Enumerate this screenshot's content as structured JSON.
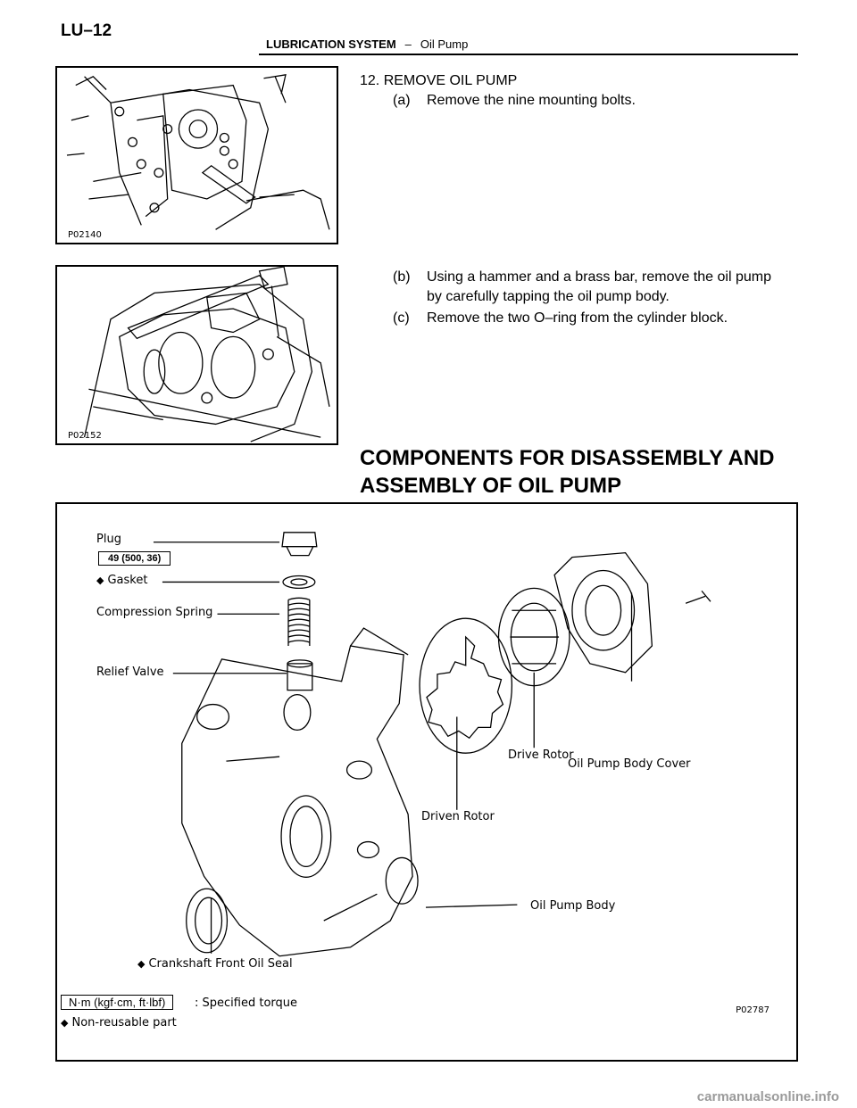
{
  "header": {
    "page_number": "LU–12",
    "system": "LUBRICATION SYSTEM",
    "separator": "–",
    "section": "Oil Pump"
  },
  "steps": {
    "step12_heading": "12. REMOVE OIL PUMP",
    "a_label": "(a)",
    "a_text": "Remove the nine mounting bolts.",
    "b_label": "(b)",
    "b_text_line1": "Using a hammer and a brass bar, remove the oil pump",
    "b_text_line2": "by carefully tapping the oil pump body.",
    "c_label": "(c)",
    "c_text": "Remove the two O–ring from the cylinder block."
  },
  "figures": {
    "fig1_code": "P02140",
    "fig2_code": "P02152",
    "fig3_code": "P02787"
  },
  "section_heading": {
    "line1": "COMPONENTS FOR DISASSEMBLY AND",
    "line2": "ASSEMBLY OF OIL PUMP"
  },
  "diagram": {
    "plug": "Plug",
    "torque_value": "49 (500, 36)",
    "gasket": "Gasket",
    "compression_spring": "Compression Spring",
    "relief_valve": "Relief Valve",
    "oil_pump_body_cover": "Oil Pump Body Cover",
    "drive_rotor": "Drive Rotor",
    "driven_rotor": "Driven Rotor",
    "oil_pump_body": "Oil Pump Body",
    "crankshaft_front_oil_seal": "Crankshaft Front Oil Seal",
    "legend_torque_unit": "N·m (kgf·cm, ft·lbf)",
    "legend_torque_text": ": Specified torque",
    "legend_nonreusable": "Non-reusable part",
    "diamond_symbol": "◆"
  },
  "watermark": "carmanualsonline.info"
}
